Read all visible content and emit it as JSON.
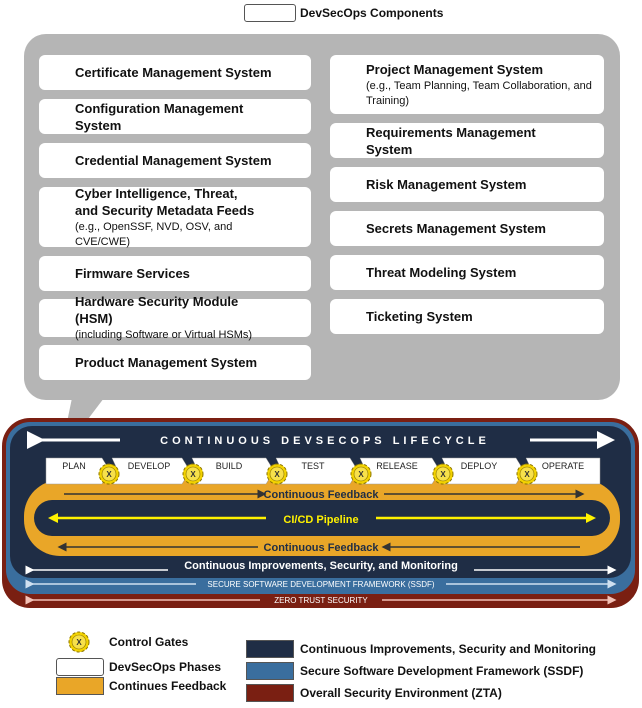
{
  "top_legend": {
    "label": "DevSecOps Components"
  },
  "components_left": [
    {
      "title": "Certificate Management System",
      "subtitle": ""
    },
    {
      "title": "Configuration Management System",
      "subtitle": ""
    },
    {
      "title": "Credential Management System",
      "subtitle": ""
    },
    {
      "title": "Cyber Intelligence, Threat, and Security Metadata Feeds",
      "subtitle": "(e.g., OpenSSF, NVD, OSV, and CVE/CWE)"
    },
    {
      "title": "Firmware Services",
      "subtitle": ""
    },
    {
      "title": "Hardware Security Module (HSM)",
      "subtitle": "(including Software or Virtual HSMs)"
    },
    {
      "title": "Product Management System",
      "subtitle": ""
    }
  ],
  "components_right": [
    {
      "title": "Project Management System",
      "subtitle": "(e.g., Team Planning, Team Collaboration, and Training)"
    },
    {
      "title": "Requirements Management System",
      "subtitle": ""
    },
    {
      "title": "Risk Management System",
      "subtitle": ""
    },
    {
      "title": "Secrets Management System",
      "subtitle": ""
    },
    {
      "title": "Threat Modeling System",
      "subtitle": ""
    },
    {
      "title": "Ticketing System",
      "subtitle": ""
    }
  ],
  "lifecycle": {
    "title": "CONTINUOUS DEVSECOPS LIFECYCLE",
    "phases": [
      "PLAN",
      "DEVELOP",
      "BUILD",
      "TEST",
      "RELEASE",
      "DEPLOY",
      "OPERATE"
    ],
    "gate_symbol": "X",
    "feedback_top": "Continuous Feedback",
    "pipeline": "CI/CD Pipeline",
    "feedback_bottom": "Continuous Feedback",
    "improvements": "Continuous Improvements, Security, and Monitoring",
    "ssdf": "SECURE SOFTWARE DEVELOPMENT FRAMEWORK (SSDF)",
    "zero_trust": "ZERO TRUST SECURITY"
  },
  "legend": {
    "control_gates": "Control Gates",
    "phases": "DevSecOps Phases",
    "feedback": "Continues Feedback",
    "improvements": "Continuous Improvements, Security and Monitoring",
    "ssdf": "Secure Software Development Framework (SSDF)",
    "zta": "Overall Security Environment (ZTA)"
  },
  "colors": {
    "dark_navy": "#1f2d45",
    "ssdf_blue": "#3a6e9e",
    "zta_red": "#7a1f12",
    "feedback_gold": "#e9a628",
    "pipeline_yellow": "#fff200",
    "panel_gray": "#b5b5b5"
  }
}
